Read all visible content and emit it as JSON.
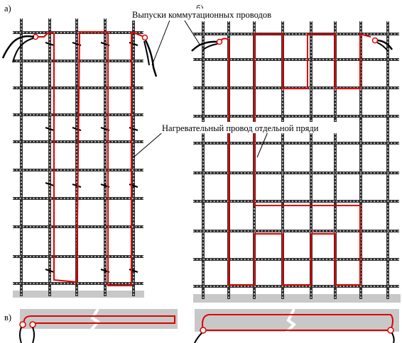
{
  "labels": {
    "panel_a": "а)",
    "panel_b": "б)",
    "panel_v": "в)",
    "leads_callout": "Выпуски коммутационных проводов",
    "heating_callout": "Нагревательный провод отдельной пряди"
  },
  "colors": {
    "rebar": "#303030",
    "heating_wire": "#e00000",
    "ground": "#c8c8c8",
    "terminal_fill": "#ffffff",
    "leader": "#000000"
  }
}
